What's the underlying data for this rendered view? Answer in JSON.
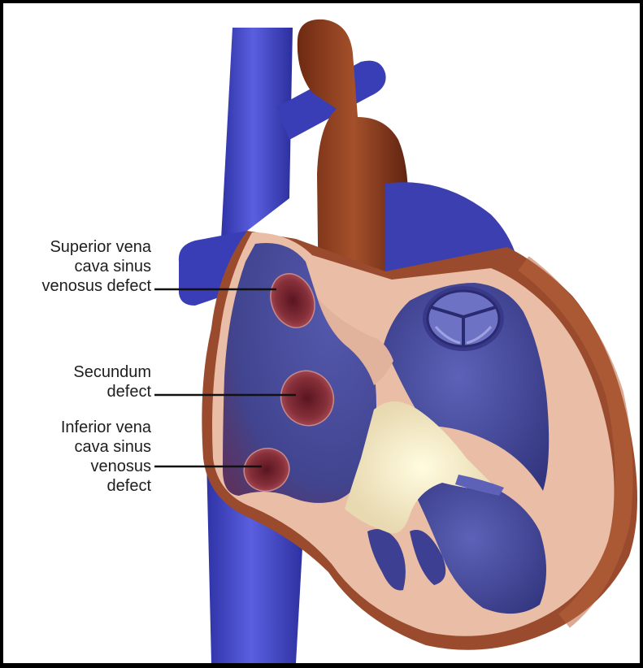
{
  "labels": {
    "superior": "Superior vena\ncava sinus\nvenosus defect",
    "secundum": "Secundum\ndefect",
    "inferior": "Inferior vena\ncava sinus\nvenosus\ndefect"
  },
  "colors": {
    "vena_cava": "#3b3fb8",
    "aorta": "#8a3a1c",
    "myocardium": "#9c4a2e",
    "endocardium": "#ecc1aa",
    "chamber": "#4a4ea0",
    "defect": "#7a2430",
    "background": "#000000"
  }
}
